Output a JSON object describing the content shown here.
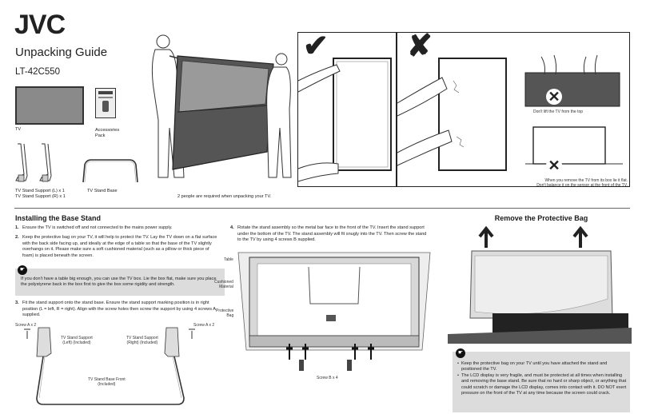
{
  "header": {
    "brand": "JVC",
    "title": "Unpacking Guide",
    "model": "LT-42C550"
  },
  "contents": {
    "tv_label": "TV",
    "accessories_label": "Accessories\nPack",
    "stand_supports_label_1": "TV Stand Support (L) x 1",
    "stand_supports_label_2": "TV Stand Support (R) x 1",
    "stand_base_label": "TV Stand Base",
    "people_note": "2 people are required when unpacking your TV."
  },
  "handling": {
    "caption_lift": "Don't lift the TV from the top",
    "caption_remove_1": "When you remove the TV from its box lie it flat.",
    "caption_remove_2": "Don't balance it on the sensor at the front of the TV."
  },
  "install": {
    "heading": "Installing the Base Stand",
    "step1_num": "1.",
    "step1": "Ensure the TV is switched off and not connected to the mains power supply.",
    "step2_num": "2.",
    "step2": "Keep the protective bag on your TV, it will help to protect the TV. Lay the TV down on a flat surface with the back side facing up, and ideally at the edge of a table so that the base of the TV slightly overhangs on it. Please make sure a soft cushioned material (such as a pillow or thick piece of foam) is placed beneath the screen.",
    "note": "If you don't have a table big enough, you can use the TV box. Lie the box flat, make sure you place the polystyrene back in the box first to give the box some rigidity and strength.",
    "step3_num": "3.",
    "step3": "Fit the stand support onto the stand base. Ensure the stand support marking position is in right position (L = left, R = right). Align with the screw holes then screw the support by using 4 screws A supplied.",
    "screw_a_left": "Screw A x 2",
    "screw_a_right": "Screw A x 2",
    "support_left": "TV Stand Support\n(Left) (Included)",
    "support_right": "TV Stand Support\n(Right) (Included)",
    "base_front": "TV Stand Base Front\n(Included)",
    "step4_num": "4.",
    "step4": "Rotate the stand assembly so the metal bar face to the front of the TV. Insert the stand support under the bottom of the TV. The stand assembly will fit snugly into the TV. Then screw the stand to the TV by using 4 screws B supplied.",
    "label_table": "Table",
    "label_cushioned": "Cushioned\nMaterial",
    "label_bag": "Protective\nBag",
    "screw_b": "Screw B x 4"
  },
  "remove_bag": {
    "heading": "Remove the Protective Bag",
    "bullet1": "Keep the protective bag on your TV until you have attached the stand and positioned the TV.",
    "bullet2": "The LCD display is very fragile, and must be protected at all times when installing and removing the base stand. Be sure that no hard or sharp object, or anything that could scratch or damage the LCD display, comes into contact with it. DO NOT exert pressure on the front of the TV at any time because the screen could crack."
  },
  "icons": {
    "note_icon": "hand-pointer-icon",
    "ok_icon": "checkmark-icon",
    "bad_icon": "cross-icon"
  }
}
